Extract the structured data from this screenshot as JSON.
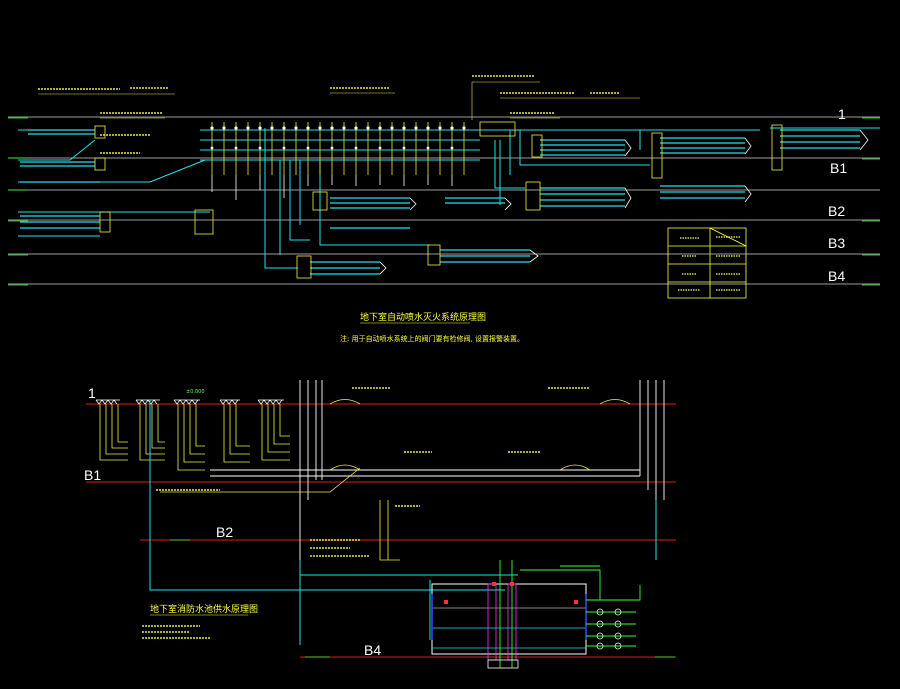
{
  "colors": {
    "background": "#000000",
    "floor_line": "#d4d4d4",
    "floor_line_red": "#e01818",
    "pipe_main": "#22e0e8",
    "pipe_branch": "#f0f040",
    "valve": "#ffffff",
    "green": "#33ff33",
    "magenta": "#ff33ff",
    "blue": "#3344ff"
  },
  "top_diagram": {
    "title": "地下室自动喷水灭火系统原理图",
    "note": "注: 用于自动喷水系统上的阀门要有检修阀, 设置报警装置。",
    "levels": [
      "1",
      "B1",
      "B2",
      "B3",
      "B4"
    ]
  },
  "bottom_diagram": {
    "title": "地下室消防水池供水原理图",
    "levels": [
      "1",
      "B1",
      "B2",
      "B4"
    ],
    "elevation_label": "±0.000"
  },
  "legend_table": {
    "rows": 4,
    "cols": 2
  }
}
